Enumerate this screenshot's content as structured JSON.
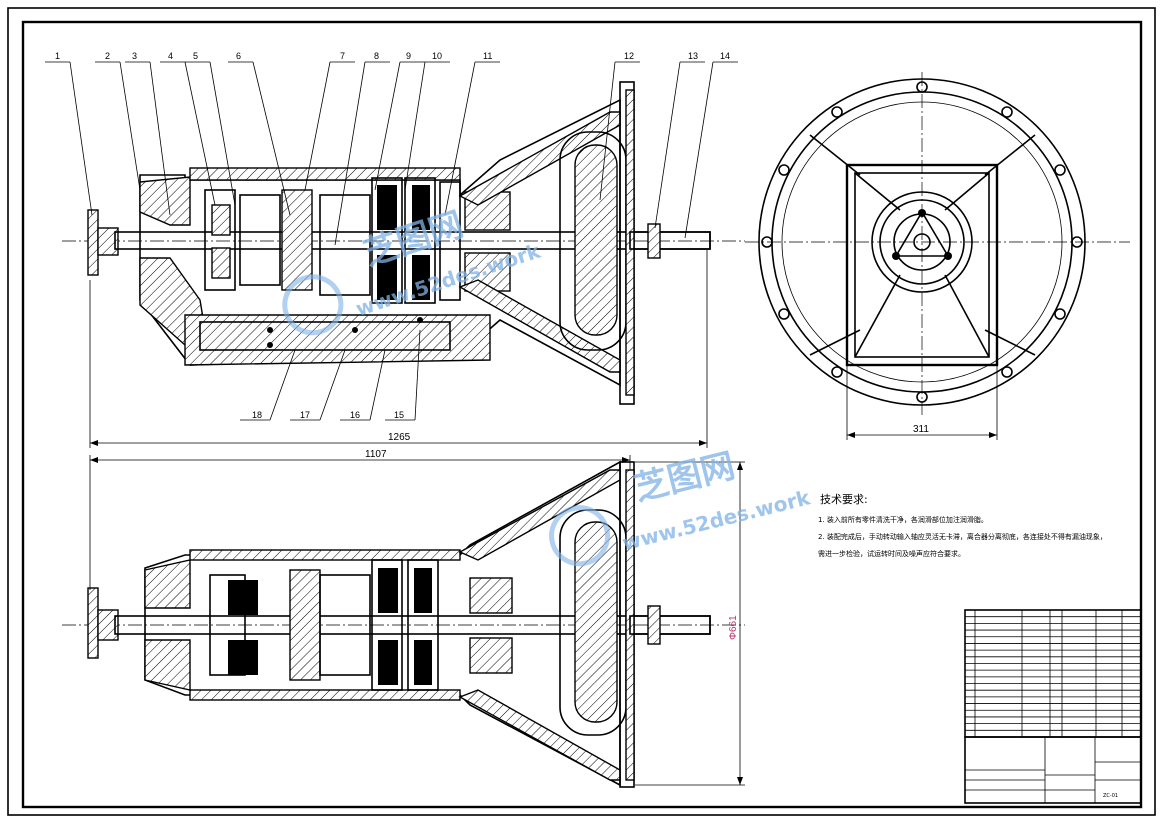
{
  "part_labels": [
    "1",
    "2",
    "3",
    "4",
    "5",
    "6",
    "7",
    "8",
    "9",
    "10",
    "11",
    "12",
    "13",
    "14",
    "15",
    "16",
    "17",
    "18"
  ],
  "dimensions": {
    "overall_length": "1265",
    "housing_length": "1107",
    "end_view_width": "311",
    "flange_diameter": "Φ661"
  },
  "watermark": {
    "brand_cn": "芝图网",
    "site": "www.52des.work"
  },
  "technical_requirements": {
    "title": "技术要求:",
    "lines": [
      "1. 装入前所有零件清洗干净，各润滑部位加注润滑脂。",
      "2. 装配完成后，手动转动输入轴应灵活无卡滞，离合器分离彻底，各连接处不得有漏油现象，",
      "需进一步检验，试运转时间及噪声应符合要求。"
    ]
  },
  "title_block": {
    "drawing_number": "ZC-01"
  },
  "colors": {
    "line": "#000000",
    "dim_highlight": "#c0306a",
    "watermark": "#7fb2e6"
  }
}
